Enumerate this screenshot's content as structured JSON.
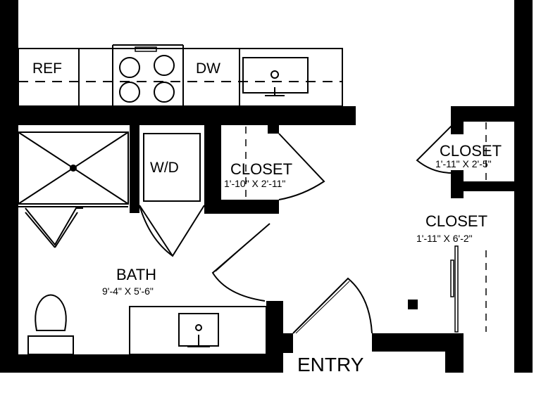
{
  "appliances": {
    "refrigerator": "REF",
    "dishwasher": "DW",
    "washer_dryer": "W/D"
  },
  "rooms": {
    "bath": {
      "name": "BATH",
      "dims": "9'-4\" X 5'-6\""
    },
    "closet_laundry": {
      "name": "CLOSET",
      "dims": "1'-10\" X 2'-11\""
    },
    "closet_upper_right": {
      "name": "CLOSET",
      "dims": "1'-11\" X 2'-5\""
    },
    "closet_right": {
      "name": "CLOSET",
      "dims": "1'-11\" X 6'-2\""
    }
  },
  "entry_label": "ENTRY",
  "colors": {
    "wall": "#000000",
    "background": "#ffffff"
  }
}
